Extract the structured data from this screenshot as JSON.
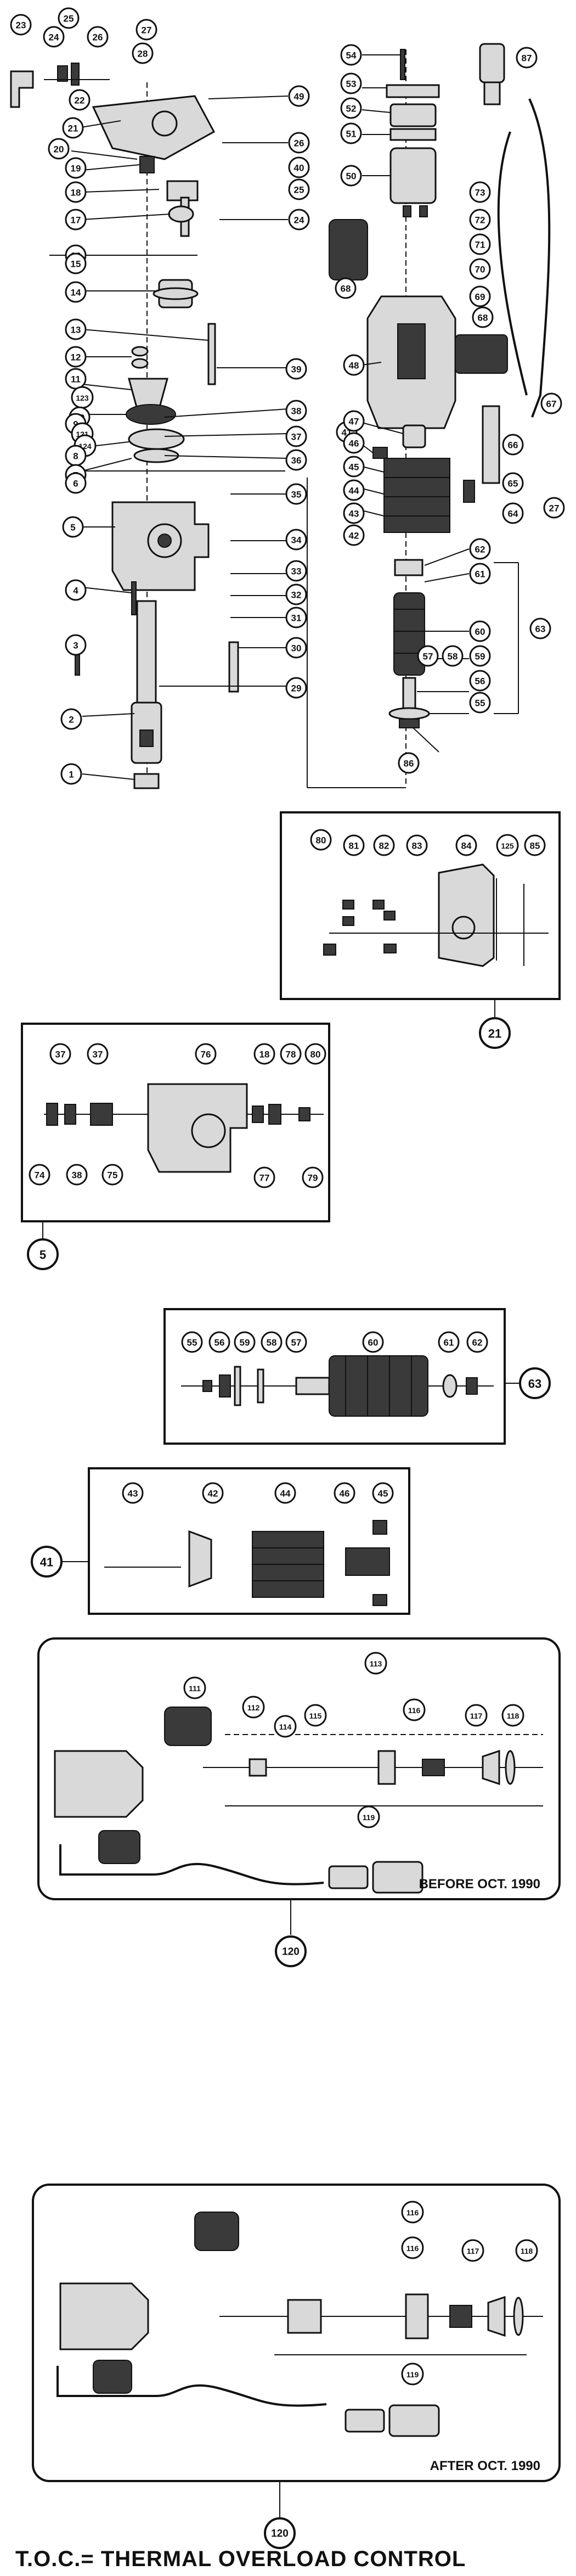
{
  "diagram": {
    "main_assembly": {
      "left_labels": [
        "23",
        "24",
        "25",
        "26",
        "27",
        "28",
        "22",
        "21",
        "20",
        "19",
        "18",
        "17",
        "16",
        "15",
        "14",
        "13",
        "12",
        "11",
        "123",
        "10",
        "9",
        "121",
        "124",
        "8",
        "7",
        "6",
        "5",
        "4",
        "3",
        "2",
        "1"
      ],
      "middle_labels": [
        "49",
        "26",
        "40",
        "25",
        "24",
        "39",
        "38",
        "37",
        "36",
        "35",
        "34",
        "33",
        "32",
        "31",
        "30",
        "29",
        "41"
      ],
      "right_labels": [
        "54",
        "53",
        "52",
        "51",
        "50",
        "73",
        "72",
        "71",
        "70",
        "69",
        "68",
        "68",
        "48",
        "47",
        "46",
        "45",
        "44",
        "43",
        "42",
        "67",
        "66",
        "65",
        "64",
        "27",
        "62",
        "61",
        "60",
        "59",
        "58",
        "57",
        "56",
        "55",
        "63",
        "86",
        "87"
      ]
    },
    "detail_21": {
      "labels": [
        "80",
        "81",
        "82",
        "83",
        "84",
        "125",
        "85"
      ],
      "ref": "21"
    },
    "detail_5": {
      "labels": [
        "37",
        "37",
        "76",
        "18",
        "78",
        "80",
        "74",
        "38",
        "75",
        "77",
        "79"
      ],
      "ref": "5"
    },
    "detail_63": {
      "labels": [
        "55",
        "56",
        "59",
        "58",
        "57",
        "60",
        "61",
        "62"
      ],
      "ref": "63"
    },
    "detail_41": {
      "labels": [
        "43",
        "42",
        "44",
        "46",
        "45"
      ],
      "ref": "41"
    },
    "detail_120_before": {
      "labels": [
        "113",
        "111",
        "112",
        "114",
        "115",
        "116",
        "117",
        "118",
        "119"
      ],
      "caption": "BEFORE OCT. 1990",
      "ref": "120"
    },
    "detail_120_after": {
      "labels": [
        "116",
        "116",
        "117",
        "118",
        "119"
      ],
      "caption": "AFTER OCT. 1990",
      "ref": "120"
    },
    "footer": "T.O.C.= THERMAL OVERLOAD CONTROL"
  }
}
